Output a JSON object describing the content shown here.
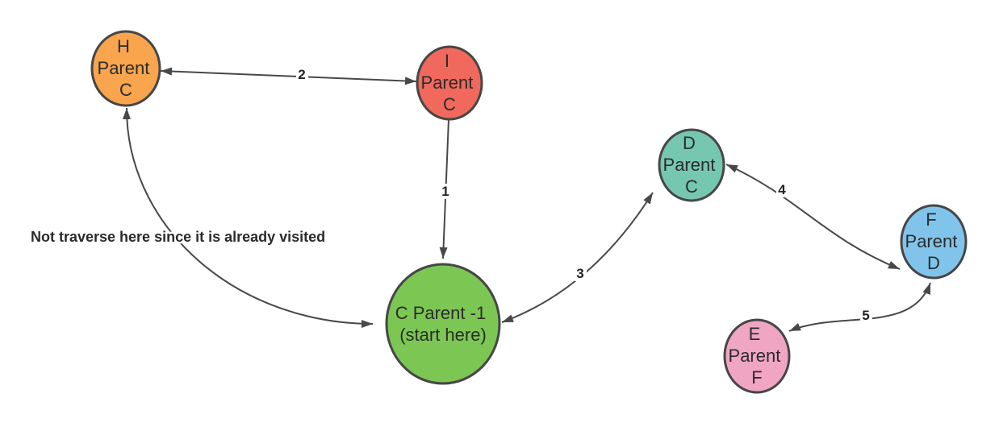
{
  "canvas": {
    "background": "#ffffff"
  },
  "palette": {
    "edge_stroke": "#484848",
    "node_border": "#464646",
    "node_text": "#2b2b2b",
    "edge_label_text": "#222222"
  },
  "annotation": "Not traverse here since it is already visited",
  "nodes": [
    {
      "name": "H",
      "lines": [
        "H",
        "Parent",
        "C"
      ],
      "fill": "#F8A54D"
    },
    {
      "name": "I",
      "lines": [
        "I",
        "Parent",
        "C"
      ],
      "fill": "#F1685C"
    },
    {
      "name": "C",
      "lines": [
        "C Parent -1",
        "(start here)"
      ],
      "fill": "#7CC653"
    },
    {
      "name": "D",
      "lines": [
        "D",
        "Parent",
        "C"
      ],
      "fill": "#76C7B0"
    },
    {
      "name": "F",
      "lines": [
        "F",
        "Parent",
        "D"
      ],
      "fill": "#81C4EB"
    },
    {
      "name": "E",
      "lines": [
        "E",
        "Parent",
        "F"
      ],
      "fill": "#F0A6C2"
    }
  ],
  "edges": [
    {
      "label": "1",
      "from": "I",
      "to": "C",
      "arrows": "single"
    },
    {
      "label": "2",
      "from": "I",
      "to": "H",
      "arrows": "both"
    },
    {
      "label": "3",
      "from": "C",
      "to": "D",
      "arrows": "both"
    },
    {
      "label": "4",
      "from": "D",
      "to": "F",
      "arrows": "both"
    },
    {
      "label": "5",
      "from": "E",
      "to": "F",
      "arrows": "both"
    },
    {
      "label": "",
      "from": "C",
      "to": "H",
      "arrows": "both"
    }
  ]
}
